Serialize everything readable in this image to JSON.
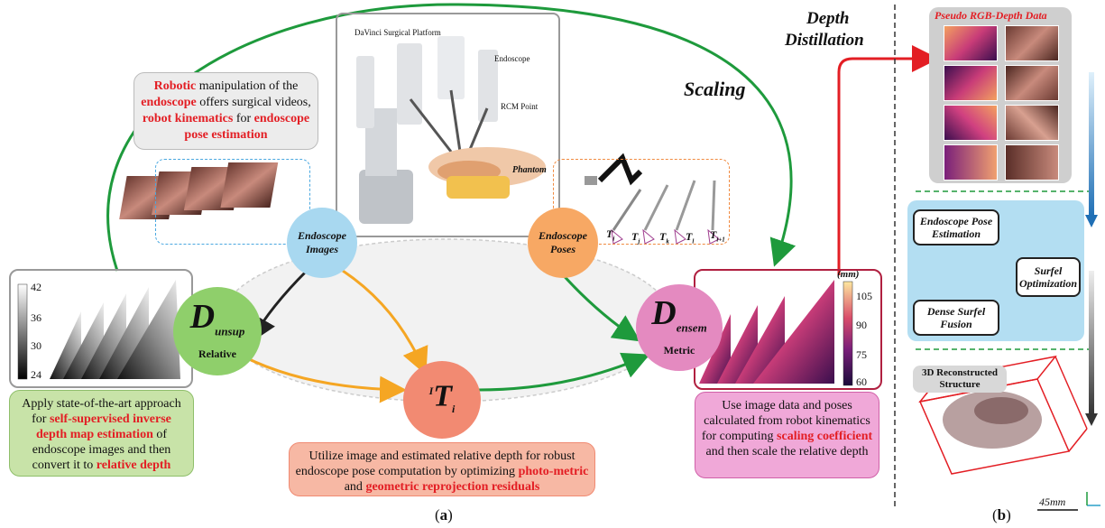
{
  "panel_a_label": "a",
  "panel_b_label": "b",
  "scaling_label": "Scaling",
  "depth_distillation": [
    "Depth",
    "Distillation"
  ],
  "robot": {
    "platform_label": "DaVinci Surgical Platform",
    "endoscope_label": "Endoscope",
    "rcm_label": "RCM Point",
    "phantom_label": "Phantom"
  },
  "robotic_note": {
    "p1_red": "Robotic",
    "p2": " manipulation of the ",
    "p3_red": "endoscope",
    "p4": " offers surgical videos, ",
    "p5_red": "robot kinematics",
    "p6": " for ",
    "p7_red": "endoscope pose estimation"
  },
  "nodes": {
    "images": [
      "Endoscope",
      "Images"
    ],
    "poses": [
      "Endoscope",
      "Poses"
    ],
    "d_unsup": {
      "main": "D",
      "sub": "unsup",
      "label": "Relative"
    },
    "d_ensem": {
      "main": "D",
      "sub": "ensem",
      "label": "Metric"
    },
    "ti": {
      "pre": "I",
      "main": "T",
      "sub": "i"
    }
  },
  "pose_labels": [
    "T",
    "T",
    "T",
    "T",
    "T"
  ],
  "pose_subs": [
    "i",
    "j",
    "k",
    "l",
    "i+1"
  ],
  "colorbar_left": {
    "ticks": [
      "42",
      "36",
      "30",
      "24"
    ]
  },
  "colorbar_right": {
    "unit": "(mm)",
    "ticks": [
      "105",
      "90",
      "75",
      "60"
    ]
  },
  "box_left": {
    "p1": "Apply state-of-the-art approach for ",
    "p2_red": "self-supervised inverse depth map estimation",
    "p3": " of endoscope images and then convert it to ",
    "p4_red": "relative depth"
  },
  "box_center": {
    "p1": "Utilize image and estimated relative depth for robust endoscope pose computation by optimizing ",
    "p2_red": "photo-metric",
    "p3": " and ",
    "p4_red": "geometric reprojection residuals"
  },
  "box_right": {
    "p1": "Use image data and poses calculated from robot kinematics for computing ",
    "p2_red": "scaling coefficient",
    "p3": " and then scale the relative depth"
  },
  "panel_b": {
    "pseudo_title": "Pseudo RGB-Depth Data",
    "pose_est": "Endoscope Pose Estimation",
    "surfel_opt": "Surfel Optimization",
    "dense_fusion": "Dense Surfel Fusion",
    "recon_label": "3D Reconstructed Structure",
    "scale": "45mm"
  },
  "colors": {
    "green": "#1e9a3c",
    "orange": "#f5a623",
    "red": "#e31e24",
    "blue_node": "#a8d8f0",
    "orange_node": "#f7a864",
    "green_node": "#8fcf6b",
    "pink_node": "#e48ac0",
    "salmon_node": "#f28a72"
  }
}
